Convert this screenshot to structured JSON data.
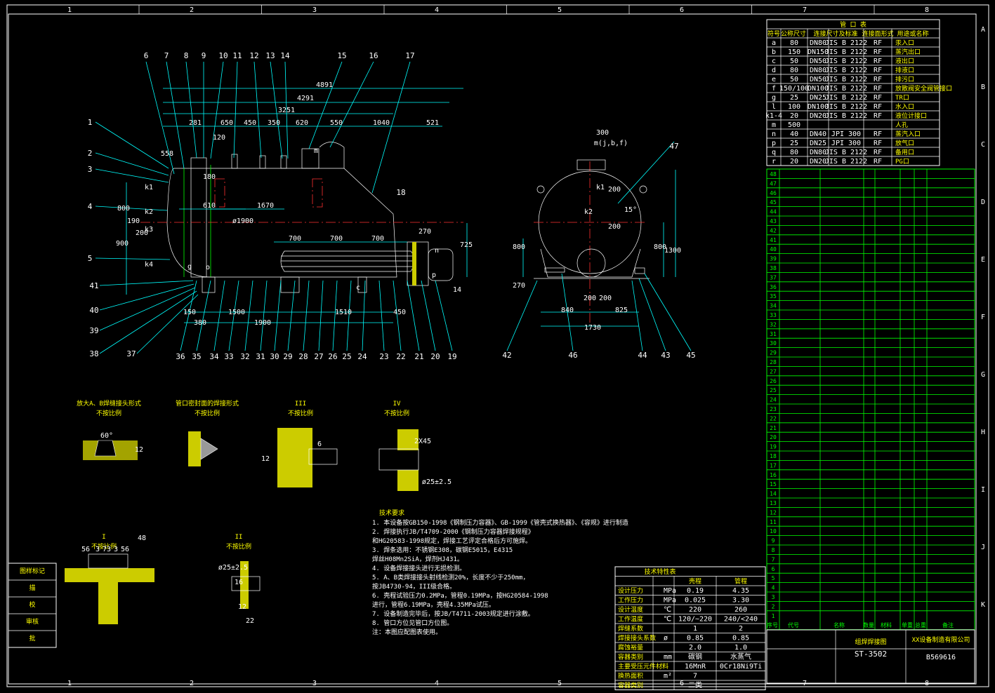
{
  "border": {
    "top_cols": [
      "1",
      "2",
      "3",
      "4",
      "5",
      "6",
      "7",
      "8"
    ],
    "side_rows": [
      "A",
      "B",
      "C",
      "D",
      "E",
      "F",
      "G",
      "H",
      "I",
      "J",
      "K"
    ]
  },
  "main_view": {
    "callouts_top": [
      "6",
      "7",
      "8",
      "9",
      "10",
      "11",
      "12",
      "13",
      "14",
      "15",
      "16",
      "17"
    ],
    "callouts_left": [
      "1",
      "2",
      "3",
      "4",
      "5",
      "41",
      "40",
      "39",
      "38",
      "37"
    ],
    "callouts_bottom": [
      "36",
      "35",
      "34",
      "33",
      "32",
      "31",
      "30",
      "29",
      "28",
      "27",
      "26",
      "25",
      "24",
      "23",
      "22",
      "21",
      "20",
      "19"
    ],
    "callout_18": "18",
    "dims_top": [
      "4891",
      "4291",
      "3251",
      "281",
      "650",
      "450",
      "350",
      "620",
      "550",
      "1040",
      "521",
      "558",
      "120"
    ],
    "dims_mid": [
      "180",
      "610",
      "1670",
      "700",
      "700",
      "700",
      "ø1900",
      "270"
    ],
    "dims_left": [
      "800",
      "190",
      "200",
      "900",
      "725"
    ],
    "dims_bottom": [
      "150",
      "380",
      "1500",
      "1900",
      "1510",
      "450",
      "14"
    ],
    "nozzle_labels": [
      "k1",
      "k2",
      "k3",
      "k4",
      "g",
      "m",
      "o",
      "p",
      "c",
      "n"
    ]
  },
  "side_view": {
    "callouts": [
      "47",
      "42",
      "46",
      "44",
      "43",
      "45"
    ],
    "dims": [
      "300",
      "m(j,b,f)",
      "200",
      "k1",
      "k2",
      "200",
      "200",
      "200",
      "840",
      "825",
      "1730",
      "800",
      "800",
      "1300",
      "270",
      "15°"
    ]
  },
  "nozzle_table": {
    "title": "管 口 表",
    "headers": [
      "符号",
      "公称尺寸",
      "连接尺寸及标准",
      "连接面形式",
      "用途或名称"
    ],
    "rows": [
      [
        "a",
        "80",
        "DN80",
        "JIS B 2122",
        "RF",
        "汞入口"
      ],
      [
        "b",
        "150",
        "DN150",
        "JIS B 2122",
        "RF",
        "蒸汽出口"
      ],
      [
        "c",
        "50",
        "DN50",
        "JIS B 2122",
        "RF",
        "液出口"
      ],
      [
        "d",
        "80",
        "DN80",
        "JIS B 2122",
        "RF",
        "排液口"
      ],
      [
        "e",
        "50",
        "DN50",
        "JIS B 2122",
        "RF",
        "排污口"
      ],
      [
        "f",
        "150/100",
        "DN100",
        "JIS B 2122",
        "RF",
        "放散阀安全阀管接口"
      ],
      [
        "g",
        "25",
        "DN25",
        "JIS B 2122",
        "RF",
        "TR口"
      ],
      [
        "l",
        "100",
        "DN100",
        "JIS B 2122",
        "RF",
        "水入口"
      ],
      [
        "k1-4",
        "20",
        "DN20",
        "JIS B 2122",
        "RF",
        "液位计接口"
      ],
      [
        "m",
        "500",
        "",
        "",
        "",
        "人孔"
      ],
      [
        "n",
        "40",
        "DN40",
        "JPI 300",
        "RF",
        "蒸汽入口"
      ],
      [
        "p",
        "25",
        "DN25",
        "JPI 300",
        "RF",
        "放气口"
      ],
      [
        "q",
        "80",
        "DN80",
        "JIS B 2122",
        "RF",
        "备用口"
      ],
      [
        "r",
        "20",
        "DN20",
        "JIS B 2122",
        "RF",
        "PG口"
      ]
    ]
  },
  "parts_list": {
    "item_numbers": [
      "48",
      "47",
      "46",
      "45",
      "44",
      "43",
      "42",
      "41",
      "40",
      "39",
      "38",
      "37",
      "36",
      "35",
      "34",
      "33",
      "32",
      "31",
      "30",
      "29",
      "28",
      "27",
      "26",
      "25",
      "24",
      "23",
      "22",
      "21",
      "20",
      "19",
      "18",
      "17",
      "16",
      "15",
      "14",
      "13",
      "12",
      "11",
      "10",
      "9",
      "8",
      "7",
      "6",
      "5",
      "4",
      "3",
      "2",
      "1"
    ],
    "header": [
      "序号",
      "代号",
      "名称",
      "数量",
      "材料",
      "单重",
      "总重",
      "备注"
    ]
  },
  "details": {
    "detail_titles": [
      "放大A、B焊缝接头形式",
      "管口密封面的焊接形式",
      "III",
      "IV",
      "I",
      "II"
    ],
    "scale_note": "不按比例",
    "dims": [
      "60°",
      "12",
      "6",
      "12",
      "2X45",
      "ø25±2.5",
      "56",
      "3",
      "73",
      "3",
      "56",
      "48",
      "ø25±2.5",
      "16",
      "12",
      "22"
    ],
    "detail_48": "48"
  },
  "tech_requirements": {
    "title": "技术要求",
    "items": [
      "1. 本设备按GB150-1998《钢制压力容器》、GB-1999《管壳式换热器》、《容规》进行制造",
      "2. 焊接执行JB/T4709-2000《钢制压力容器焊接规程》",
      "   和HG20583-1998规定，焊接工艺评定合格后方可施焊。",
      "3. 焊条选用：不锈钢E308，碳钢E5015，E4315",
      "   焊丝H08Mn2SiA，焊剂HJ431。",
      "4. 设备焊接接头进行无损检测。",
      "5. A、B类焊接接头射线检测20%，长度不少于250mm，",
      "   按JB4730-94，III级合格。",
      "6. 壳程试验压力0.2MPa，管程0.19MPa，按HG20584-1998",
      "   进行，管程6.19MPa，壳程4.35MPa试压。",
      "7. 设备制造完毕后，按JB/T4711-2003规定进行涂敷。",
      "8. 管口方位见管口方位图。",
      "注：本图应配图表使用。"
    ]
  },
  "design_data": {
    "title": "技术特性表",
    "col_headers": [
      "",
      "",
      "壳程",
      "管程"
    ],
    "rows": [
      [
        "设计压力",
        "MPa",
        "0.19",
        "4.35"
      ],
      [
        "工作压力",
        "MPa",
        "0.025",
        "3.30"
      ],
      [
        "设计温度",
        "℃",
        "220",
        "260"
      ],
      [
        "工作温度",
        "℃",
        "120/~220",
        "240/<240"
      ],
      [
        "焊缝系数",
        "",
        "1",
        "2"
      ],
      [
        "焊接接头系数",
        "ø",
        "0.85",
        "0.85"
      ],
      [
        "腐蚀裕量",
        "",
        "2.0",
        "1.0"
      ],
      [
        "容器类别",
        "mm",
        "碳钢",
        "水蒸气"
      ],
      [
        "主要受压元件材料",
        "",
        "16MnR",
        "0Cr18Ni9Ti"
      ],
      [
        "换热面积",
        "m²",
        "7",
        ""
      ],
      [
        "容器类别",
        "",
        "二类",
        ""
      ]
    ]
  },
  "title_block": {
    "drawing_title": "组焊焊接图",
    "drawing_number": "ST-3502",
    "company": "XX设备制造有限公司",
    "code": "B569616",
    "left_labels": [
      "图样标记",
      "描",
      "校",
      "审核",
      "批"
    ]
  }
}
